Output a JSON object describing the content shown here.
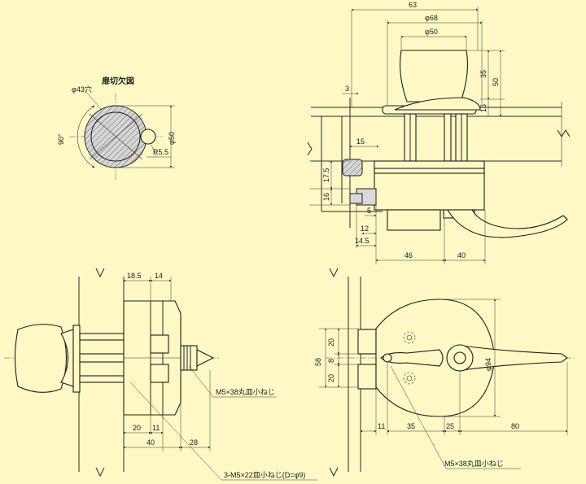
{
  "labels": {
    "cutout_title": "扉切欠図",
    "hole_43": "φ43穴",
    "r55": "R5.5",
    "phi50_left": "φ50",
    "deg90": "90°",
    "d63": "63",
    "phi68": "φ68",
    "phi50_top": "φ50",
    "d35": "35",
    "d50": "50",
    "d15_v": "15",
    "d3": "3",
    "d15_h": "15",
    "d17_5": "17.5",
    "d16": "16",
    "d5": "5",
    "d12": "12",
    "d14_5": "14.5",
    "d46": "46",
    "d40_tr": "40",
    "d18_5": "18.5",
    "d14": "14",
    "d20_bl": "20",
    "d11_bl": "11",
    "d40_bl": "40",
    "d28": "28",
    "screw_38_left": "M5×38丸皿小ねじ",
    "screw_22": "3-M5×22皿小ねじ(D=φ9)",
    "d58": "58",
    "d20_a": "20",
    "d8": "8",
    "d20_b": "20",
    "phi94": "φ94",
    "d11_br": "11",
    "d35_br": "35",
    "d25": "25",
    "d80": "80",
    "screw_38_right": "M5×38丸皿小ねじ"
  }
}
